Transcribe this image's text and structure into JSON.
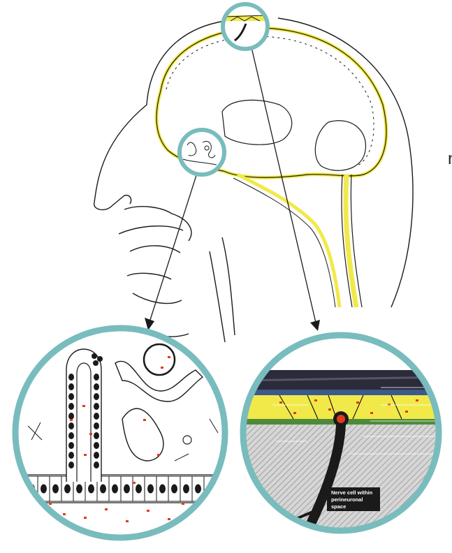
{
  "edge_text": "n",
  "callout_label": {
    "line1": "Nerve cell within",
    "line2": "perineuronal",
    "line3": "space"
  },
  "colors": {
    "ring": "#79bcbd",
    "csf_yellow": "#f1e94a",
    "outline": "#1a1a1a",
    "red_dots": "#e23b1c"
  },
  "icons": [
    "brain-outline",
    "magnifier-ring",
    "arrow-down"
  ]
}
